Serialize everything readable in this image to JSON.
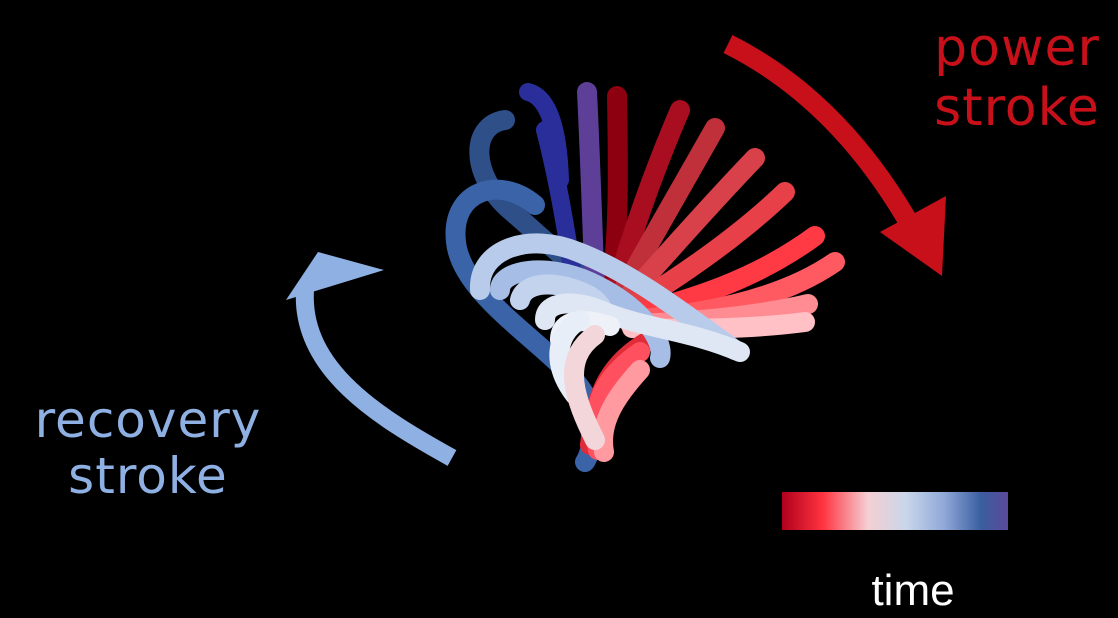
{
  "labels": {
    "power_line1": "power",
    "power_line2": "stroke",
    "recovery_line1": "recovery",
    "recovery_line2": "stroke",
    "time": "time"
  },
  "colors": {
    "background": "#000000",
    "power": "#c8101a",
    "recovery": "#8fb0e2",
    "time_scale": [
      "#b0001c",
      "#ff3340",
      "#f4cfd3",
      "#c9d6ea",
      "#8fa8d8",
      "#3a5ea0",
      "#5b4a9a"
    ]
  }
}
